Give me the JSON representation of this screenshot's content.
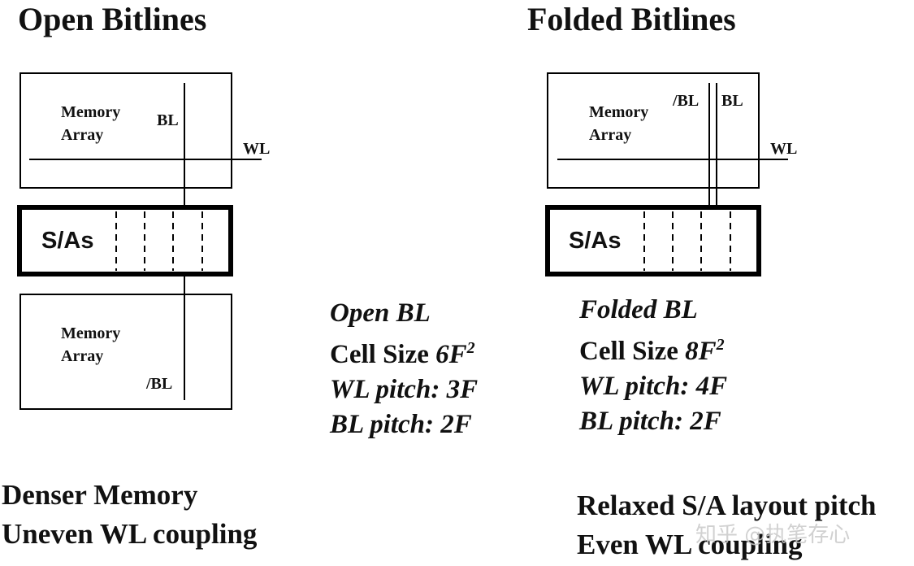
{
  "open": {
    "title": "Open Bitlines",
    "upper_array": "Memory\nArray",
    "bl_label": "BL",
    "wl_label": "WL",
    "sa_label": "S/As",
    "lower_array": "Memory\nArray",
    "lower_bl_label": "/BL",
    "specs": {
      "type": "Open BL",
      "cell_size_prefix": "Cell Size ",
      "cell_size_value": "6F",
      "cell_size_exp": "2",
      "wl_pitch": "WL pitch: 3F",
      "bl_pitch": "BL pitch: 2F"
    },
    "notes": [
      "Denser Memory",
      "Uneven WL coupling"
    ]
  },
  "folded": {
    "title": "Folded Bitlines",
    "array": "Memory\nArray",
    "nbl_label": "/BL",
    "bl_label": "BL",
    "wl_label": "WL",
    "sa_label": "S/As",
    "specs": {
      "type": "Folded BL",
      "cell_size_prefix": "Cell Size ",
      "cell_size_value": "8F",
      "cell_size_exp": "2",
      "wl_pitch": "WL pitch: 4F",
      "bl_pitch": "BL pitch: 2F"
    },
    "notes": [
      "Relaxed S/A layout pitch",
      "Even WL coupling"
    ]
  },
  "watermark": "知乎 @执笔存心"
}
